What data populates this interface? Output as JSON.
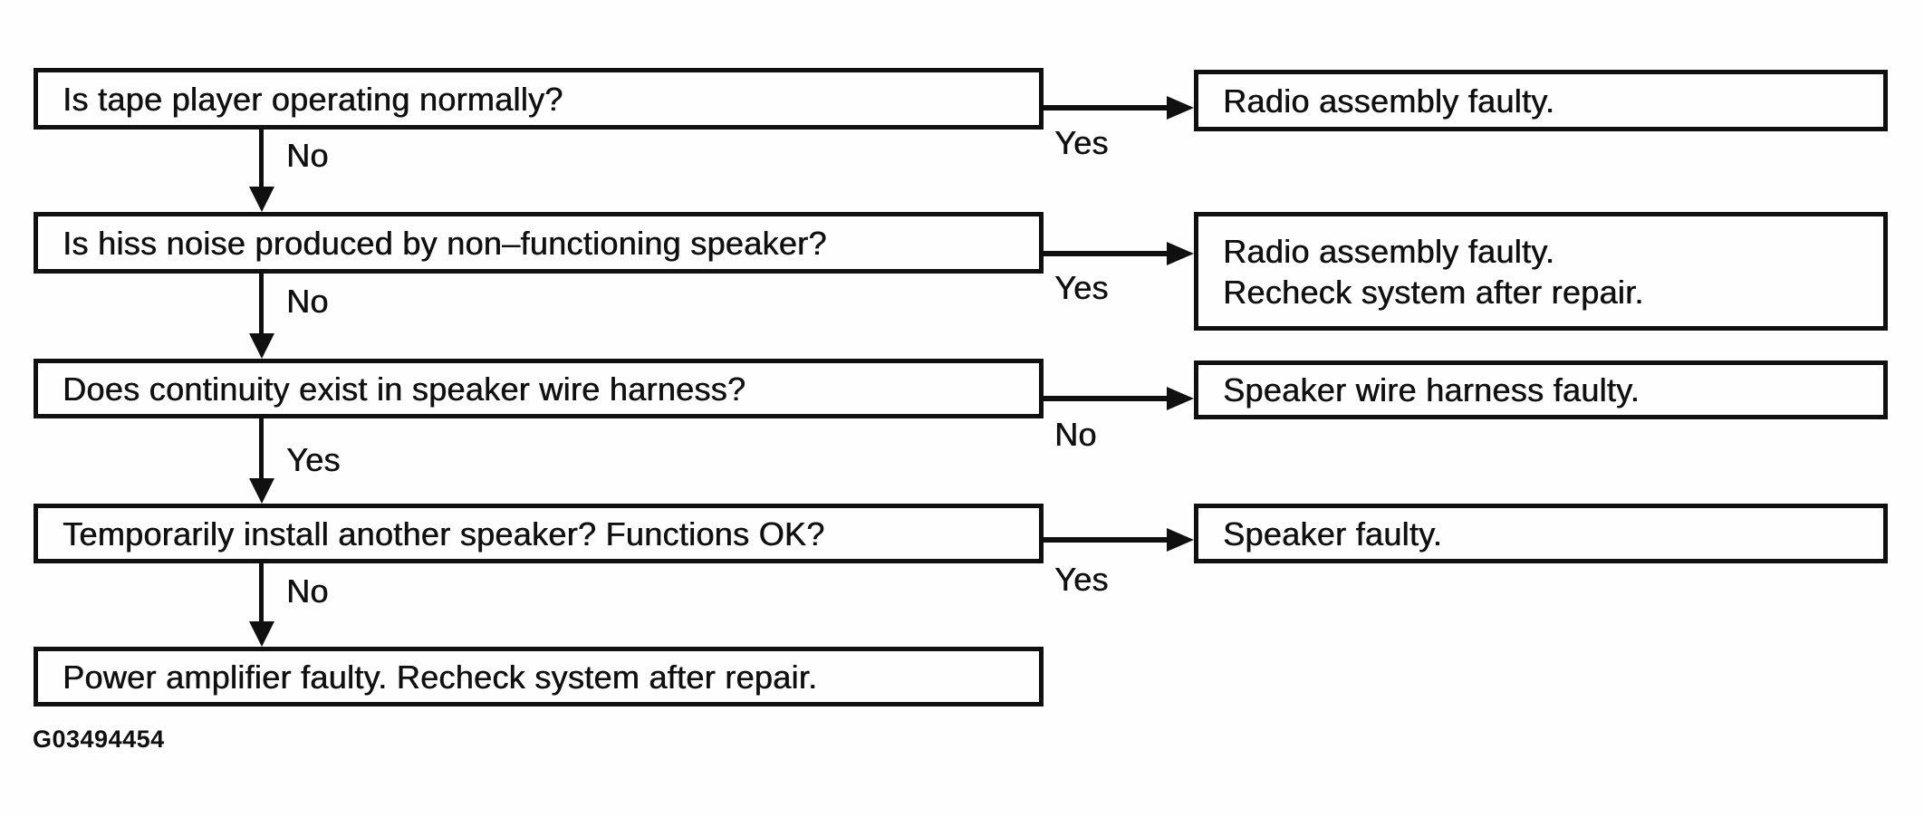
{
  "figure_id": "G03494454",
  "colors": {
    "ink": "#101010",
    "paper": "#fefefe"
  },
  "flow": {
    "steps": [
      {
        "question": "Is tape player operating normally?",
        "down_label": "No",
        "branch_label": "Yes",
        "result_lines": [
          "Radio assembly faulty."
        ]
      },
      {
        "question": "Is hiss noise produced by non–functioning speaker?",
        "down_label": "No",
        "branch_label": "Yes",
        "result_lines": [
          "Radio assembly faulty.",
          "Recheck system after repair."
        ]
      },
      {
        "question": "Does continuity exist in speaker wire harness?",
        "down_label": "Yes",
        "branch_label": "No",
        "result_lines": [
          "Speaker wire harness faulty."
        ]
      },
      {
        "question": "Temporarily install another speaker? Functions OK?",
        "down_label": "No",
        "branch_label": "Yes",
        "result_lines": [
          "Speaker faulty."
        ]
      },
      {
        "terminal": "Power amplifier faulty. Recheck system after repair."
      }
    ]
  }
}
